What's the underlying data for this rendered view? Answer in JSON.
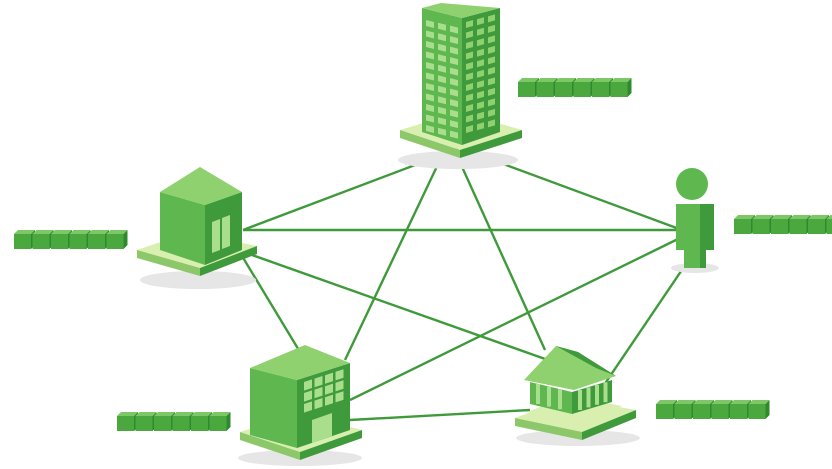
{
  "diagram": {
    "colors": {
      "line": "#3f9a3c",
      "front": "#5fb84f",
      "side": "#3f9a3c",
      "top": "#8fd06f",
      "window": "#a9de8d",
      "base_top": "#d8efb0",
      "base_side": "#8cc86a",
      "block_front": "#4aa83f",
      "block_top": "#7dc766",
      "block_side": "#2f8a2f",
      "shadow": "#e6e6e6"
    },
    "nodes": [
      {
        "id": "office-tower",
        "icon": "office-tower-icon"
      },
      {
        "id": "small-building",
        "icon": "small-building-icon"
      },
      {
        "id": "person",
        "icon": "person-icon"
      },
      {
        "id": "office-building",
        "icon": "office-building-icon"
      },
      {
        "id": "bank",
        "icon": "bank-icon"
      }
    ],
    "links": [
      [
        "office-tower",
        "small-building"
      ],
      [
        "office-tower",
        "person"
      ],
      [
        "office-tower",
        "office-building"
      ],
      [
        "office-tower",
        "bank"
      ],
      [
        "small-building",
        "person"
      ],
      [
        "small-building",
        "office-building"
      ],
      [
        "small-building",
        "bank"
      ],
      [
        "person",
        "office-building"
      ],
      [
        "person",
        "bank"
      ],
      [
        "office-building",
        "bank"
      ]
    ],
    "label_blocks": [
      {
        "for": "office-tower",
        "segments": 6
      },
      {
        "for": "small-building",
        "segments": 6
      },
      {
        "for": "person",
        "segments": 6
      },
      {
        "for": "office-building",
        "segments": 6
      },
      {
        "for": "bank",
        "segments": 6
      }
    ]
  }
}
